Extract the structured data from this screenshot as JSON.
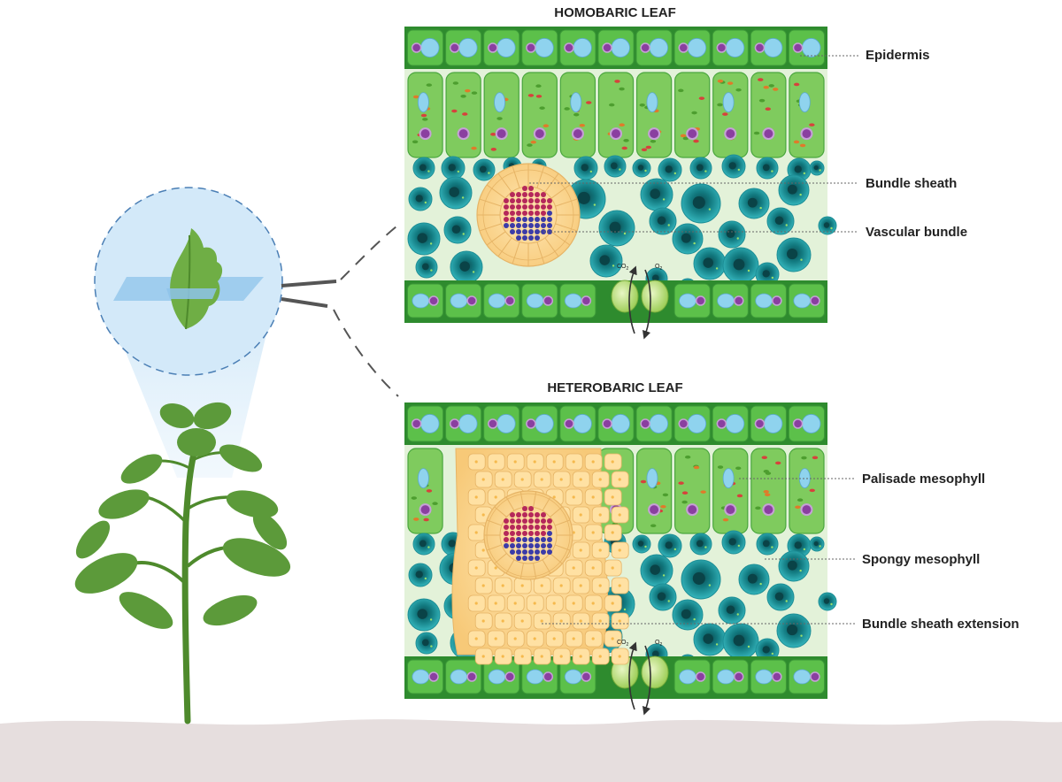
{
  "panels": {
    "homobaric": {
      "title": "HOMOBARIC LEAF",
      "labels": {
        "epidermis": "Epidermis",
        "bundle_sheath": "Bundle sheath",
        "vascular_bundle": "Vascular bundle"
      },
      "gases": {
        "co2": "CO",
        "co2_sub": "2",
        "o2": "O",
        "o2_sub": "2"
      }
    },
    "heterobaric": {
      "title": "HETEROBARIC LEAF",
      "labels": {
        "palisade": "Palisade mesophyll",
        "spongy": "Spongy mesophyll",
        "extension": "Bundle sheath extension"
      },
      "gases": {
        "co2": "CO",
        "co2_sub": "2",
        "o2": "O",
        "o2_sub": "2"
      }
    }
  },
  "colors": {
    "epidermis_dark": "#2e8b2e",
    "epidermis": "#5cc04a",
    "palisade": "#7fcb5e",
    "intercellular": "#e3f2d9",
    "spongy": "#1fa0a8",
    "spongy_core": "#0d5f63",
    "bundle_sheath": "#fbd58a",
    "xylem": "#b5285a",
    "phloem": "#3b3ba8",
    "vacuole": "#8fd3ee",
    "nucleus": "#8a3fa0",
    "lens_blue": "#cde6f8",
    "soil": "#e6dede",
    "plant": "#5c9a3a"
  }
}
